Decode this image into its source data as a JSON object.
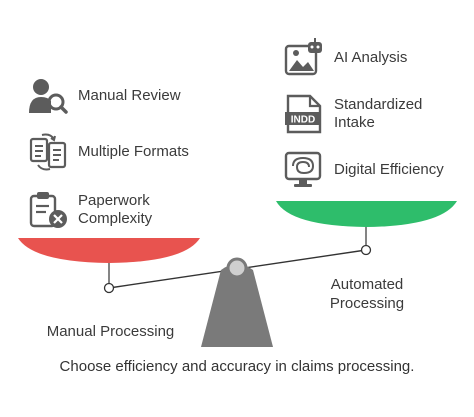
{
  "left_side": {
    "items": [
      {
        "label": "Manual Review",
        "icon": "person-search-icon"
      },
      {
        "label": "Multiple Formats",
        "icon": "documents-exchange-icon"
      },
      {
        "label": "Paperwork\nComplexity",
        "icon": "clipboard-cancel-icon"
      }
    ],
    "label": "Manual Processing",
    "pan_color": "#e8534f"
  },
  "right_side": {
    "items": [
      {
        "label": "AI Analysis",
        "icon": "image-robot-icon"
      },
      {
        "label": "Standardized\nIntake",
        "icon": "indd-file-icon",
        "badge": "INDD"
      },
      {
        "label": "Digital Efficiency",
        "icon": "computer-monitor-icon"
      }
    ],
    "label": "Automated\nProcessing",
    "pan_color": "#2ebd6b"
  },
  "caption": "Choose efficiency and accuracy in claims processing.",
  "colors": {
    "icon": "#5c5c5c",
    "beam": "#333333",
    "fulcrum": "#7a7a7a"
  }
}
